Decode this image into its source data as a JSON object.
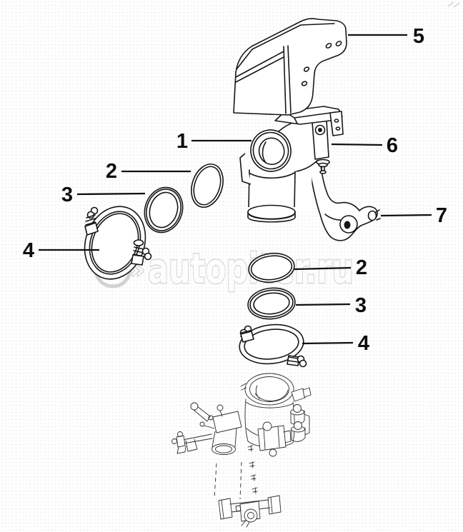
{
  "diagram": {
    "background_color": "#ffffff",
    "line_color": "#161616",
    "thin_line_color": "#2d2d2d",
    "dot_grid_color": "#f0f0f0",
    "watermark": {
      "logo_char": "a",
      "logo_arrow": "»",
      "domain": "autopiter.ru",
      "color": "#d2d2d2"
    },
    "callouts": [
      {
        "label": "1",
        "part": "intake-elbow-pipe"
      },
      {
        "label": "2",
        "part": "o-ring-upper"
      },
      {
        "label": "3",
        "part": "sealing-ring-upper"
      },
      {
        "label": "4",
        "part": "v-band-clamp-upper"
      },
      {
        "label": "5",
        "part": "heat-shield"
      },
      {
        "label": "6",
        "part": "mounting-bracket"
      },
      {
        "label": "7",
        "part": "support-bracket"
      },
      {
        "label": "2",
        "part": "o-ring-lower"
      },
      {
        "label": "3",
        "part": "sealing-ring-lower"
      },
      {
        "label": "4",
        "part": "v-band-clamp-lower"
      }
    ]
  }
}
